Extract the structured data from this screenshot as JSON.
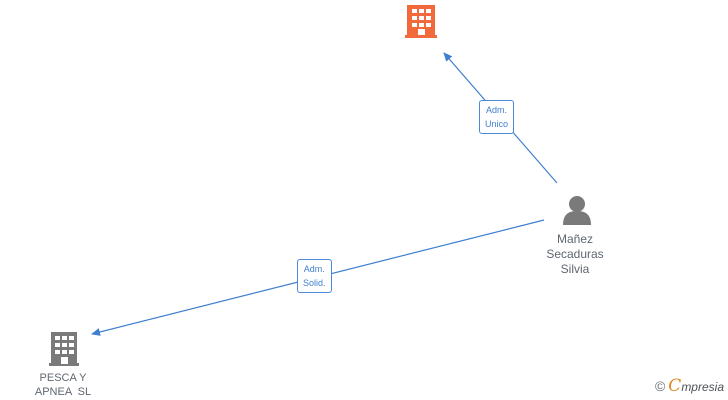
{
  "colors": {
    "edge": "#3f7fcf",
    "company_highlight": "#f26a3c",
    "company": "#7a7a7a",
    "person": "#7a7a7a",
    "brand_accent": "#e0881e"
  },
  "nodes": {
    "top_company": {
      "label": "",
      "icon": "building-icon"
    },
    "person": {
      "label_lines": [
        "Mañez",
        "Secaduras",
        "Silvia"
      ],
      "icon": "person-icon"
    },
    "bottom_company": {
      "label_lines": [
        "PESCA Y",
        "APNEA  SL"
      ],
      "icon": "building-icon"
    }
  },
  "edges": {
    "to_top": {
      "label_lines": [
        "Adm.",
        "Unico"
      ]
    },
    "to_bottom": {
      "label_lines": [
        "Adm.",
        "Solid."
      ]
    }
  },
  "watermark": {
    "copyright": "©",
    "brand_first": "C",
    "brand_rest": "mpresia"
  }
}
